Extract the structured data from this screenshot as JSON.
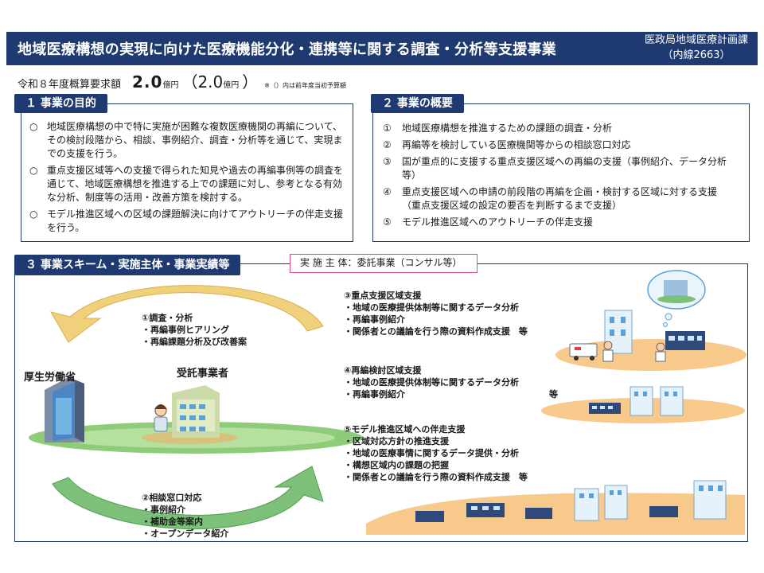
{
  "header": {
    "title": "地域医療構想の実現に向けた医療機能分化・連携等に関する調査・分析等支援事業",
    "org_line1": "医政局地域医療計画課",
    "org_line2": "（内線2663）"
  },
  "budget": {
    "label": "令和８年度概算要求額",
    "amount": "2.0",
    "unit": "億円",
    "prev_open": "（2.0",
    "prev_unit": "億円",
    "prev_close": "）",
    "note": "※（）内は前年度当初予算額"
  },
  "purpose": {
    "title": "１ 事業の目的",
    "items": [
      {
        "mark": "○",
        "text": "地域医療構想の中で特に実施が困難な複数医療機関の再編について、その検討段階から、相談、事例紹介、調査・分析等を通じて、実現までの支援を行う。"
      },
      {
        "mark": "○",
        "text": "重点支援区域等への支援で得られた知見や過去の再編事例等の調査を通じて、地域医療構想を推進する上での課題に対し、参考となる有効な分析、制度等の活用・改善方策を検討する。"
      },
      {
        "mark": "○",
        "text": "モデル推進区域への区域の課題解決に向けてアウトリーチの伴走支援を行う。"
      }
    ]
  },
  "overview": {
    "title": "２ 事業の概要",
    "items": [
      {
        "mark": "①",
        "text": "地域医療構想を推進するための課題の調査・分析"
      },
      {
        "mark": "②",
        "text": "再編等を検討している医療機関等からの相談窓口対応"
      },
      {
        "mark": "③",
        "text": "国が重点的に支援する重点支援区域への再編の支援（事例紹介、データ分析　等）"
      },
      {
        "mark": "④",
        "text": "重点支援区域への申請の前段階の再編を企画・検討する区域に対する支援（重点支援区域の設定の要否を判断するまで支援）"
      },
      {
        "mark": "⑤",
        "text": "モデル推進区域へのアウトリーチの伴走支援"
      }
    ]
  },
  "scheme": {
    "title": "３ 事業スキーム・実施主体・事業実績等",
    "implementer": "実 施 主 体：委託事業（コンサル等）",
    "mhlw_label": "厚生労働省",
    "contractor_label": "受託事業者",
    "flow1": {
      "title": "①調査・分析",
      "items": [
        "・再編事例ヒアリング",
        "・再編課題分析及び改善案"
      ]
    },
    "flow2": {
      "title": "②相談窓口対応",
      "items": [
        "・事例紹介",
        "・補助金等案内",
        "・オープンデータ紹介"
      ]
    },
    "support3": {
      "title": "③重点支援区域支援",
      "items": [
        "・地域の医療提供体制等に関するデータ分析",
        "・再編事例紹介",
        "・関係者との議論を行う際の資料作成支援　等"
      ]
    },
    "support4": {
      "title": "④再編検討区域支援",
      "items": [
        "・地域の医療提供体制等に関するデータ分析",
        "・再編事例紹介"
      ],
      "suffix": "等"
    },
    "support5": {
      "title": "⑤モデル推進区域への伴走支援",
      "items": [
        "・区域対応方針の推進支援",
        "・地域の医療事情に関するデータ提供・分析",
        "・構想区域内の課題の把握",
        "・関係者との議論を行う際の資料作成支援　等"
      ]
    }
  },
  "colors": {
    "navy": "#1f3a70",
    "pink_border": "#e04a7c",
    "arrow_top": "#f0d07a",
    "arrow_bottom": "#7cc07a",
    "ground_green": "#8fcc7a",
    "ground_orange": "#f7c98a"
  }
}
